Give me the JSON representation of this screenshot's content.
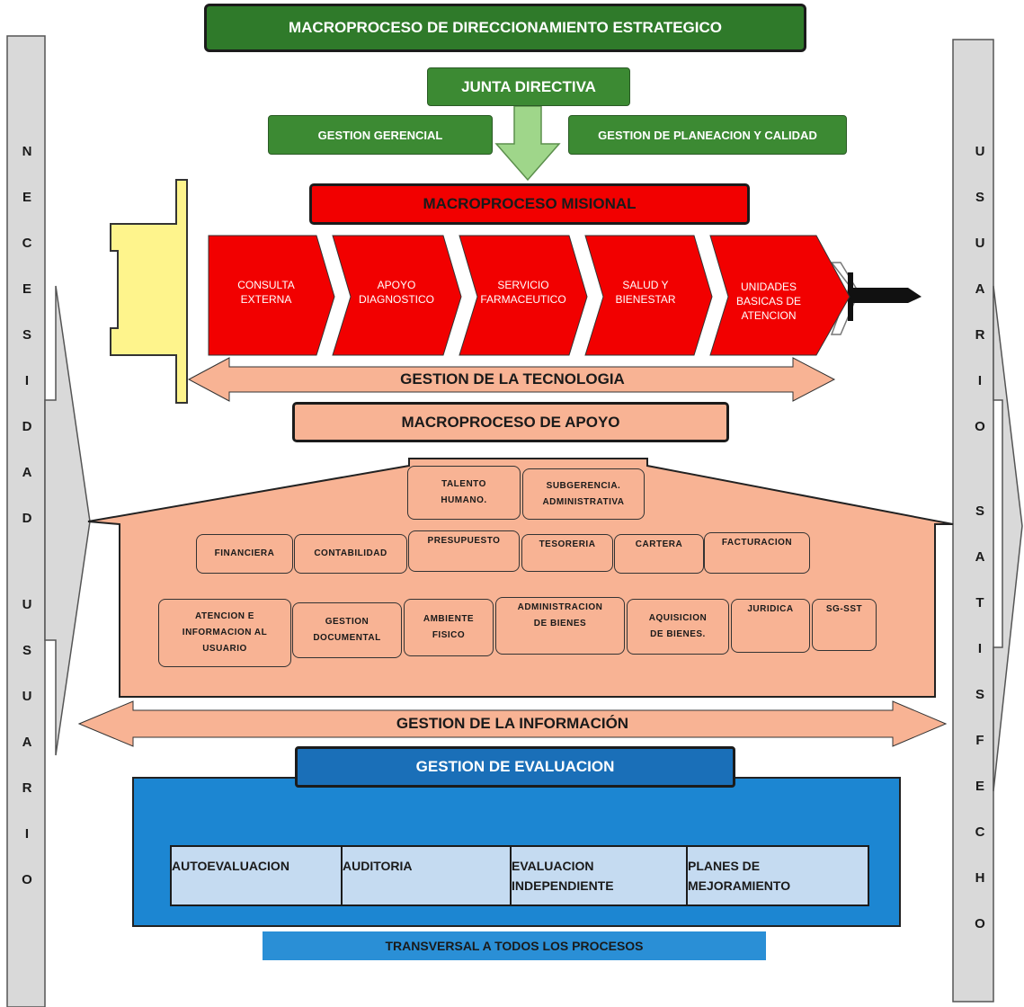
{
  "top": {
    "direccionamiento": "MACROPROCESO DE DIRECCIONAMIENTO ESTRATEGICO",
    "junta": "JUNTA DIRECTIVA",
    "gerencial": "GESTION GERENCIAL",
    "planeacion": "GESTION DE PLANEACION Y CALIDAD"
  },
  "misional": {
    "title": "MACROPROCESO MISIONAL",
    "steps": [
      {
        "line1": "CONSULTA",
        "line2": "EXTERNA",
        "line3": ""
      },
      {
        "line1": "APOYO",
        "line2": "DIAGNOSTICO",
        "line3": ""
      },
      {
        "line1": "SERVICIO",
        "line2": "FARMACEUTICO",
        "line3": ""
      },
      {
        "line1": "SALUD Y",
        "line2": "BIENESTAR",
        "line3": ""
      },
      {
        "line1": "UNIDADES",
        "line2": "BASICAS DE",
        "line3": "ATENCION"
      }
    ]
  },
  "tecnologia": "GESTION DE LA TECNOLOGIA",
  "apoyo": {
    "title": "MACROPROCESO DE APOYO",
    "row1": [
      {
        "l1": "TALENTO",
        "l2": "HUMANO."
      },
      {
        "l1": "SUBGERENCIA.",
        "l2": "ADMINISTRATIVA"
      }
    ],
    "row2": [
      "FINANCIERA",
      "CONTABILIDAD",
      "PRESUPUESTO",
      "TESORERIA",
      "CARTERA",
      "FACTURACION"
    ],
    "row3": [
      {
        "l1": "ATENCION   E",
        "l2": "INFORMACION AL",
        "l3": "USUARIO"
      },
      {
        "l1": "GESTION",
        "l2": "DOCUMENTAL",
        "l3": ""
      },
      {
        "l1": "AMBIENTE",
        "l2": "FISICO",
        "l3": ""
      },
      {
        "l1": "ADMINISTRACION",
        "l2": "DE BIENES",
        "l3": ""
      },
      {
        "l1": "AQUISICION",
        "l2": "DE BIENES.",
        "l3": ""
      },
      {
        "l1": "JURIDICA",
        "l2": "",
        "l3": ""
      },
      {
        "l1": "SG-SST",
        "l2": "",
        "l3": ""
      }
    ]
  },
  "informacion": "GESTION DE LA INFORMACIÓN",
  "evaluacion": {
    "title": "GESTION DE EVALUACION",
    "cells": [
      {
        "l1": "AUTOEVALUACION",
        "l2": ""
      },
      {
        "l1": "AUDITORIA",
        "l2": ""
      },
      {
        "l1": "EVALUACION",
        "l2": "INDEPENDIENTE"
      },
      {
        "l1": "PLANES DE",
        "l2": "MEJORAMIENTO"
      }
    ],
    "transversal": "TRANSVERSAL A TODOS LOS PROCESOS"
  },
  "left_side": {
    "word1": [
      "N",
      "E",
      "C",
      "E",
      "S",
      "I",
      "D",
      "A",
      "D"
    ],
    "word2": [
      "U",
      "S",
      "U",
      "A",
      "R",
      "I",
      "O"
    ]
  },
  "right_side": {
    "word1": [
      "U",
      "S",
      "U",
      "A",
      "R",
      "I",
      "O"
    ],
    "word2": [
      "S",
      "A",
      "T",
      "I",
      "S",
      "F",
      "E",
      "C",
      "H",
      "O"
    ]
  }
}
